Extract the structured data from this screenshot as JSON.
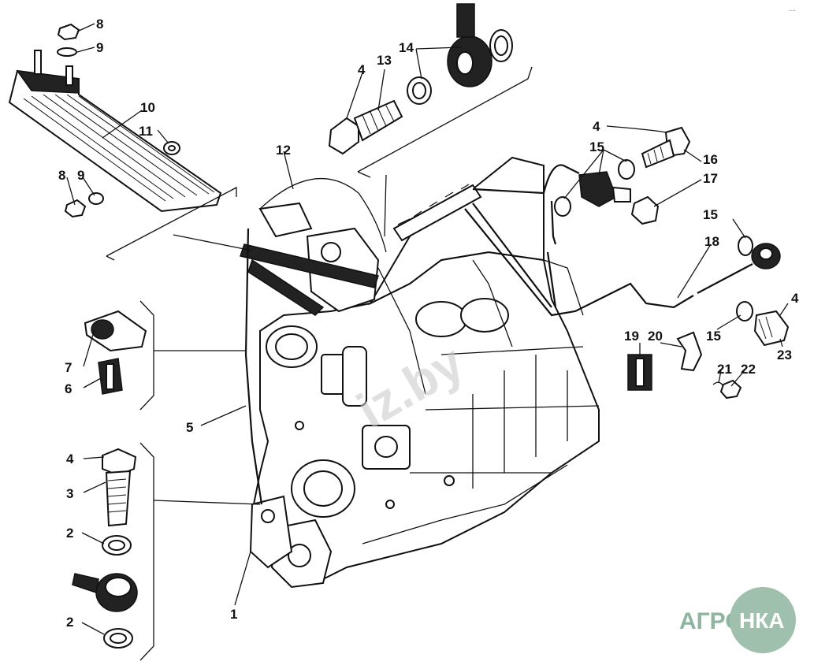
{
  "callouts": {
    "c1": "1",
    "c2a": "2",
    "c2b": "2",
    "c3": "3",
    "c4a": "4",
    "c4b": "4",
    "c4c": "4",
    "c4d": "4",
    "c5": "5",
    "c6": "6",
    "c7": "7",
    "c8a": "8",
    "c8b": "8",
    "c9a": "9",
    "c9b": "9",
    "c10": "10",
    "c11": "11",
    "c12": "12",
    "c13": "13",
    "c14": "14",
    "c15a": "15",
    "c15b": "15",
    "c15c": "15",
    "c15d": "15",
    "c16": "16",
    "c17": "17",
    "c18": "18",
    "c19": "19",
    "c20": "20",
    "c21": "21",
    "c22": "22",
    "c23": "23"
  },
  "watermark": "iz.by",
  "logo": {
    "left": "АГРО",
    "right": "НКА",
    "color": "#8fb5a0",
    "circle_color": "#9fc0ac"
  },
  "corner_mark": "…"
}
